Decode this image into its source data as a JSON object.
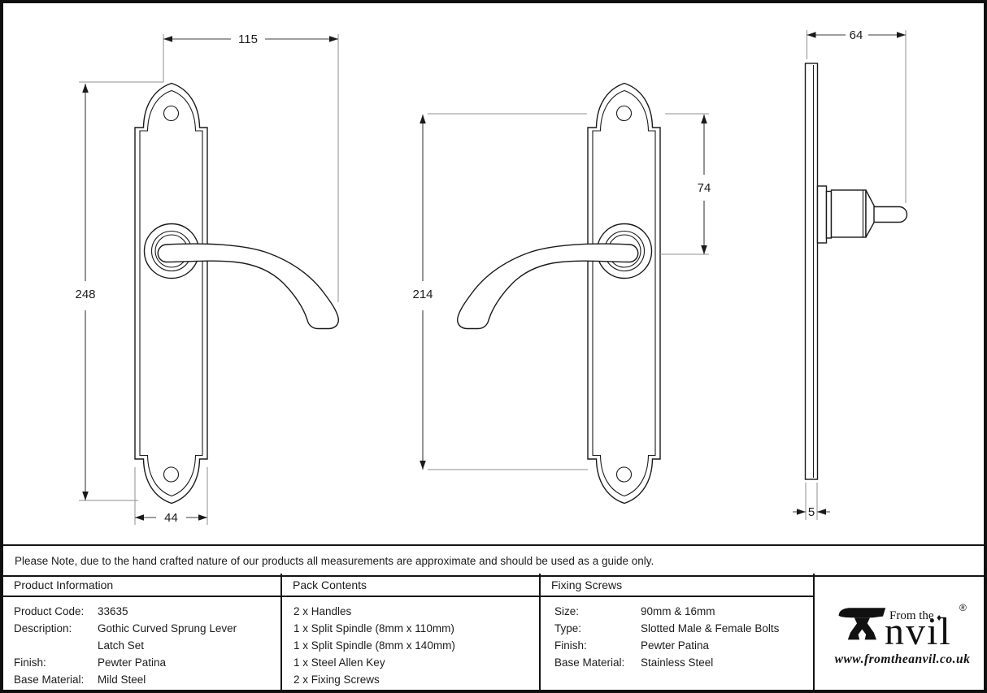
{
  "note": "Please Note, due to the hand crafted nature of our products all measurements are approximate and should be used as a guide only.",
  "dimensions": {
    "overall_width": "115",
    "plate_height": "248",
    "plate_width": "44",
    "fixing_centres": "214",
    "top_hole_to_spindle": "74",
    "projection": "64",
    "plate_thickness": "5"
  },
  "table": {
    "product_information": {
      "header": "Product Information",
      "rows": [
        {
          "label": "Product Code:",
          "value": "33635"
        },
        {
          "label": "Description:",
          "value": "Gothic Curved Sprung Lever\nLatch Set"
        },
        {
          "label": "Finish:",
          "value": "Pewter Patina"
        },
        {
          "label": "Base Material:",
          "value": "Mild Steel"
        }
      ]
    },
    "pack_contents": {
      "header": "Pack Contents",
      "items": [
        "2 x Handles",
        "1 x Split Spindle (8mm x 110mm)",
        "1 x Split Spindle (8mm x 140mm)",
        "1 x Steel Allen Key",
        "2 x Fixing Screws"
      ]
    },
    "fixing_screws": {
      "header": "Fixing Screws",
      "rows": [
        {
          "label": "Size:",
          "value": "90mm & 16mm"
        },
        {
          "label": "Type:",
          "value": "Slotted Male & Female Bolts"
        },
        {
          "label": "Finish:",
          "value": "Pewter Patina"
        },
        {
          "label": "Base Material:",
          "value": "Stainless Steel"
        }
      ]
    }
  },
  "logo": {
    "brand": "Anvil",
    "prefix": "From the",
    "brand_tail": "nvil",
    "registered": "®",
    "diamond": "♦",
    "url": "www.fromtheanvil.co.uk"
  },
  "colors": {
    "outline": "#141414",
    "dim_line": "#3d3d3d",
    "extension_line": "#8f8f8f",
    "background": "#ffffff"
  }
}
